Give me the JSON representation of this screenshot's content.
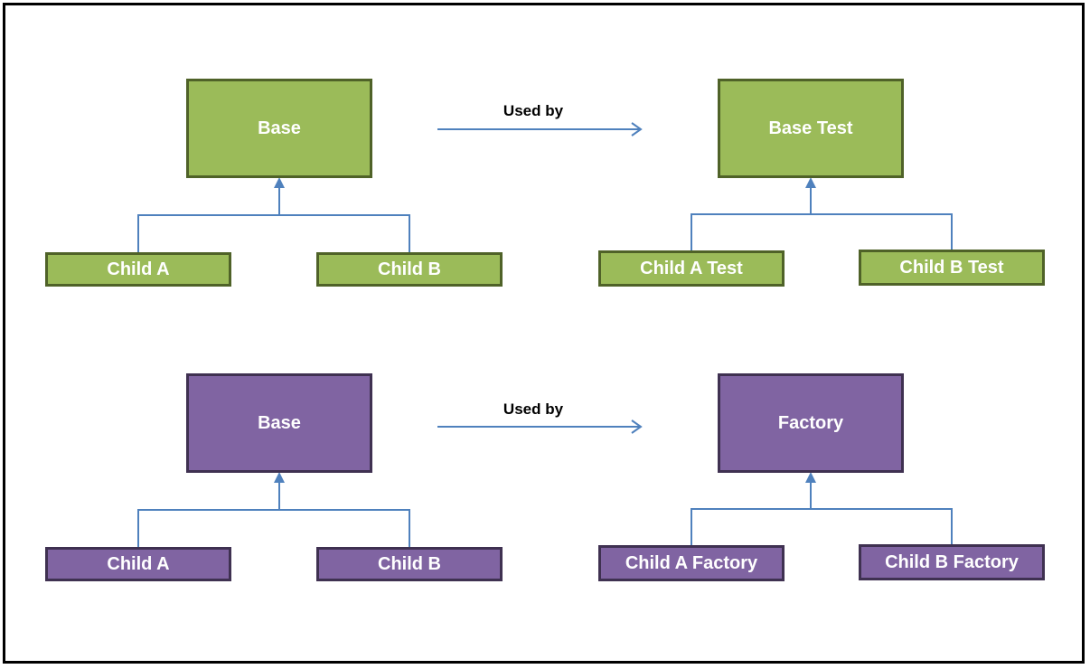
{
  "colors": {
    "green_fill": "#9bbb59",
    "green_border": "#4f6228",
    "purple_fill": "#8064a2",
    "purple_border": "#3f3151",
    "connector": "#4f81bd",
    "frame": "#000000"
  },
  "top_row": {
    "left_tree": {
      "parent": "Base",
      "children": [
        "Child A",
        "Child B"
      ]
    },
    "relation": "Used by",
    "right_tree": {
      "parent": "Base Test",
      "children": [
        "Child A Test",
        "Child B Test"
      ]
    }
  },
  "bottom_row": {
    "left_tree": {
      "parent": "Base",
      "children": [
        "Child A",
        "Child B"
      ]
    },
    "relation": "Used by",
    "right_tree": {
      "parent": "Factory",
      "children": [
        "Child A Factory",
        "Child B Factory"
      ]
    }
  }
}
